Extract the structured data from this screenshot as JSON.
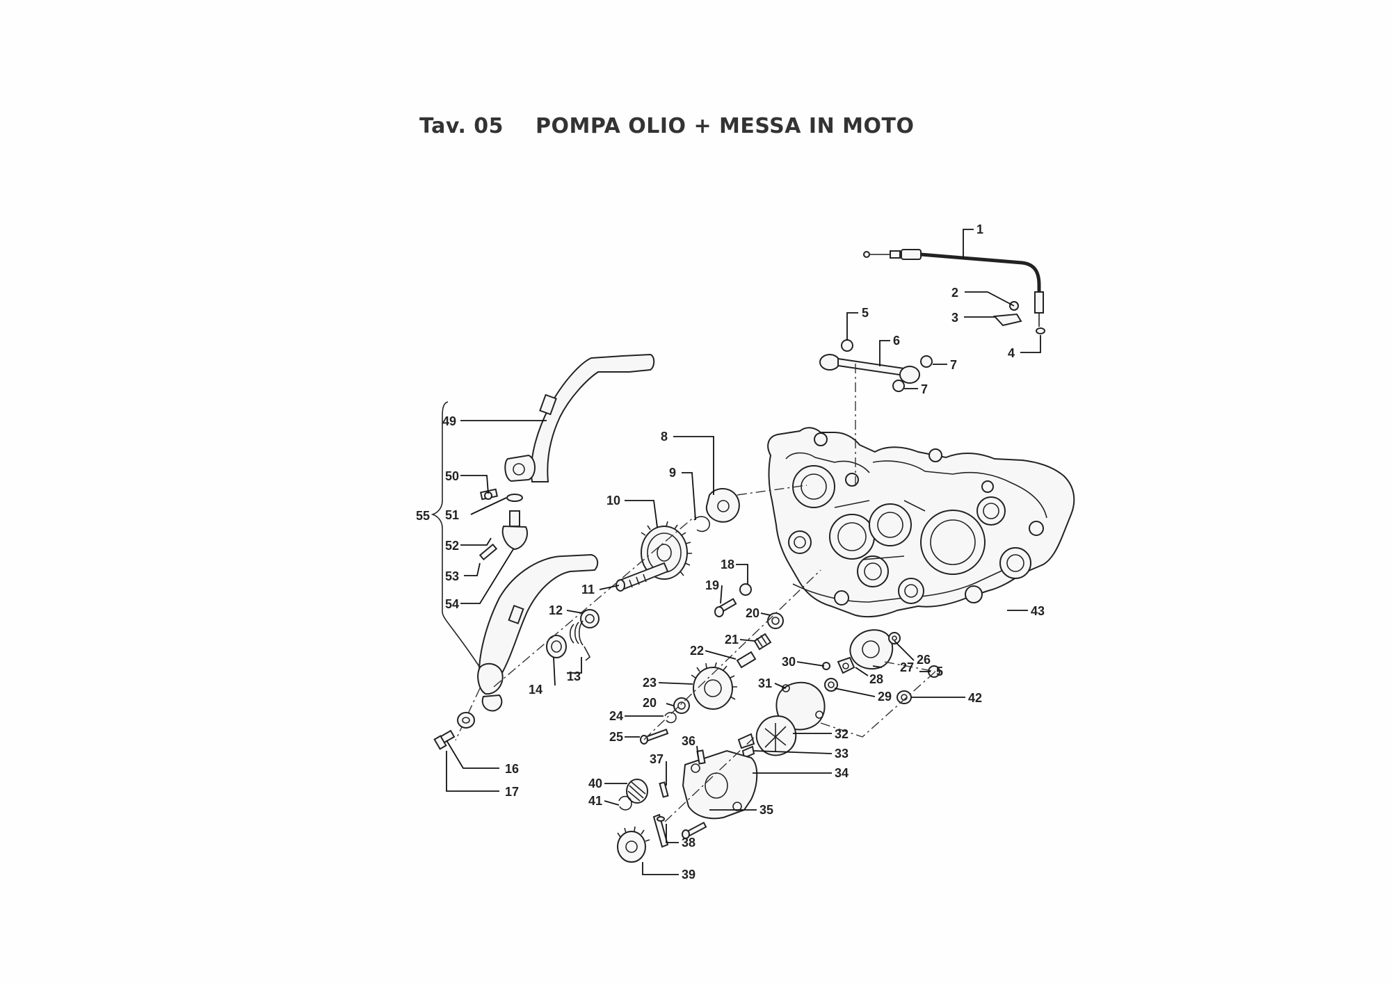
{
  "title": {
    "code": "Tav. 05",
    "name": "POMPA OLIO + MESSA IN MOTO"
  },
  "callouts": [
    "1",
    "2",
    "3",
    "4",
    "5",
    "6",
    "7",
    "7",
    "8",
    "9",
    "10",
    "11",
    "12",
    "13",
    "14",
    "16",
    "17",
    "18",
    "19",
    "20",
    "20",
    "21",
    "22",
    "23",
    "24",
    "25",
    "26",
    "27",
    "28",
    "29",
    "5",
    "31",
    "30",
    "32",
    "33",
    "34",
    "35",
    "36",
    "37",
    "38",
    "39",
    "40",
    "41",
    "42",
    "43",
    "49",
    "50",
    "51",
    "52",
    "53",
    "54",
    "55"
  ]
}
